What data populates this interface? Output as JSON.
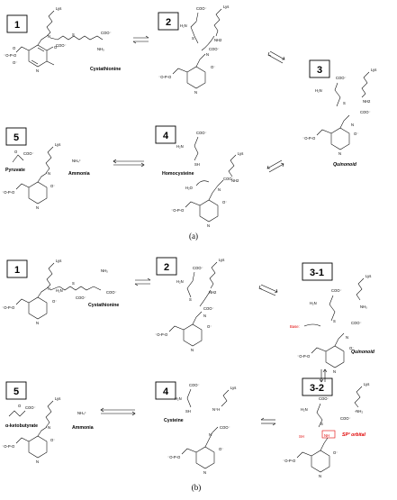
{
  "panels": [
    {
      "label": "(a)",
      "steps": [
        {
          "id": "1",
          "name": "Cystathionine"
        },
        {
          "id": "2",
          "name": ""
        },
        {
          "id": "3",
          "name": "Quinonoid"
        },
        {
          "id": "4",
          "name": "Homocysteine"
        },
        {
          "id": "5",
          "name": "Pyruvate",
          "extra": "Ammonia"
        }
      ]
    },
    {
      "label": "(b)",
      "steps": [
        {
          "id": "1",
          "name": "Cystathionine"
        },
        {
          "id": "2",
          "name": ""
        },
        {
          "id": "3-1",
          "name": "Quinonoid"
        },
        {
          "id": "3-2",
          "name": "",
          "note": "SP³ orbital"
        },
        {
          "id": "4",
          "name": "Cysteine"
        },
        {
          "id": "5",
          "name": "α-ketobutyrate",
          "extra": "Ammonia"
        }
      ]
    }
  ],
  "labels": {
    "lys": "Lys",
    "coo": "COO⁻",
    "h2n": "H₂N",
    "nh2": "NH2",
    "nh3": "NH₃",
    "h2o": "H₂O",
    "sh": "SH",
    "s": "S",
    "n": "N",
    "nh": "NH",
    "base": "Base:",
    "o_minus": "O⁻",
    "nh4": "NH₄⁺",
    "minus_nh2": "-NH₂"
  }
}
